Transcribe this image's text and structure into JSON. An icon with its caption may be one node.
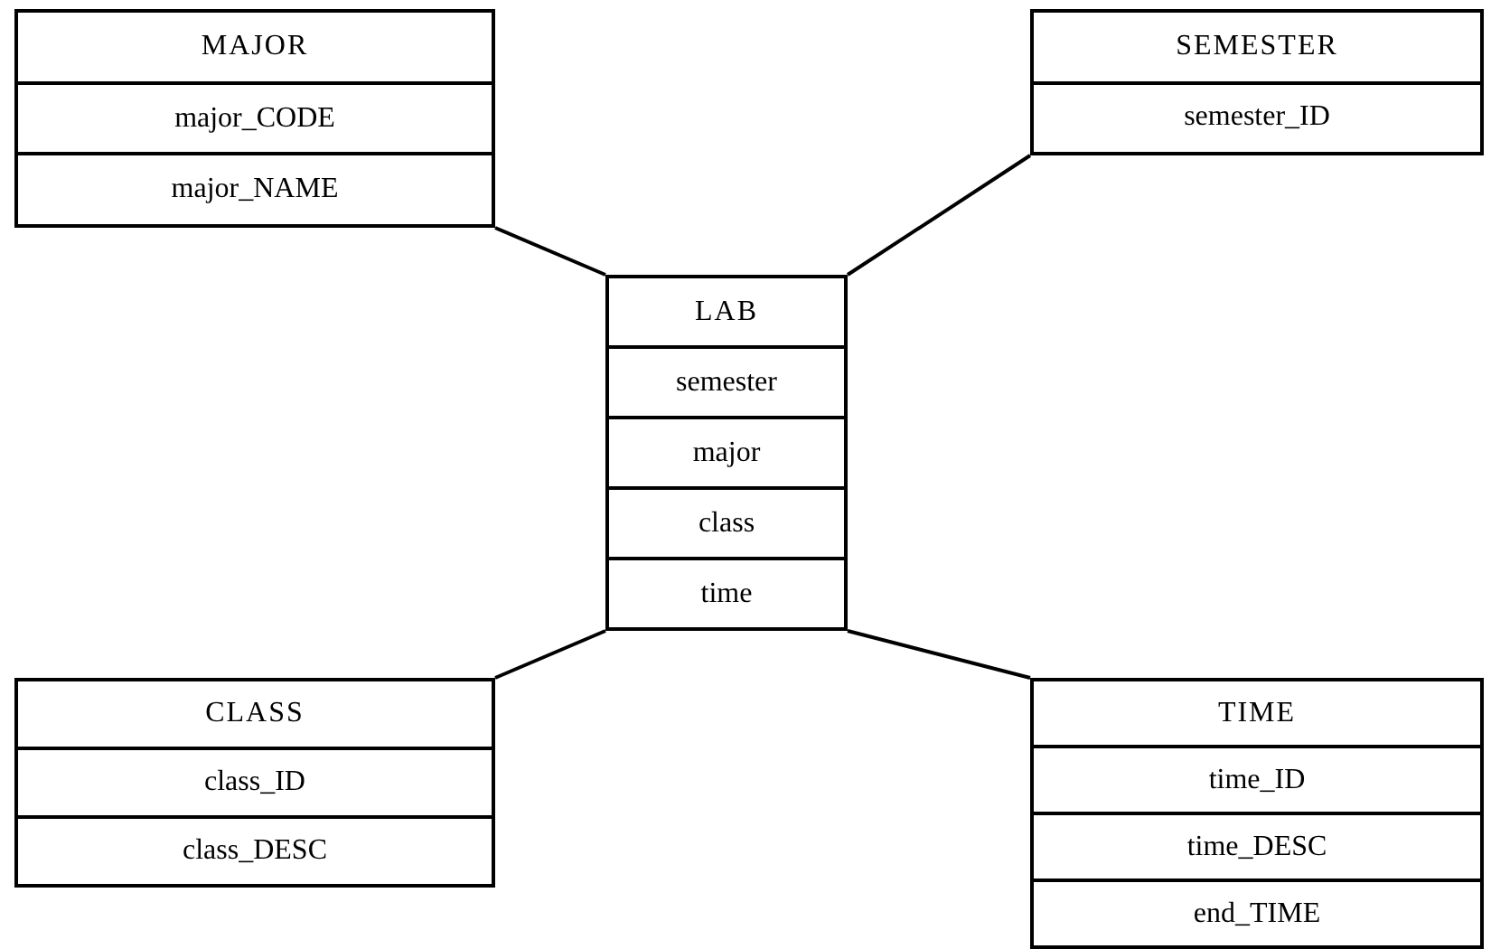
{
  "diagram": {
    "nodes": [
      {
        "text": [
          "MAJOR",
          "major_CODE",
          "major_NAME"
        ]
      },
      {
        "text": [
          "SEMESTER",
          "semester_ID"
        ]
      },
      {
        "text": [
          "LAB",
          "semester",
          "major",
          "class",
          "time"
        ]
      },
      {
        "text": [
          "CLASS",
          "class_ID",
          "class_DESC"
        ]
      },
      {
        "text": [
          "TIME",
          "time_ID",
          "time_DESC",
          "end_TIME"
        ]
      }
    ],
    "edges": [
      {
        "from": 0,
        "to": 2,
        "arrow": "none"
      },
      {
        "from": 1,
        "to": 2,
        "arrow": "none"
      },
      {
        "from": 3,
        "to": 2,
        "arrow": "none"
      },
      {
        "from": 4,
        "to": 2,
        "arrow": "none"
      }
    ]
  }
}
